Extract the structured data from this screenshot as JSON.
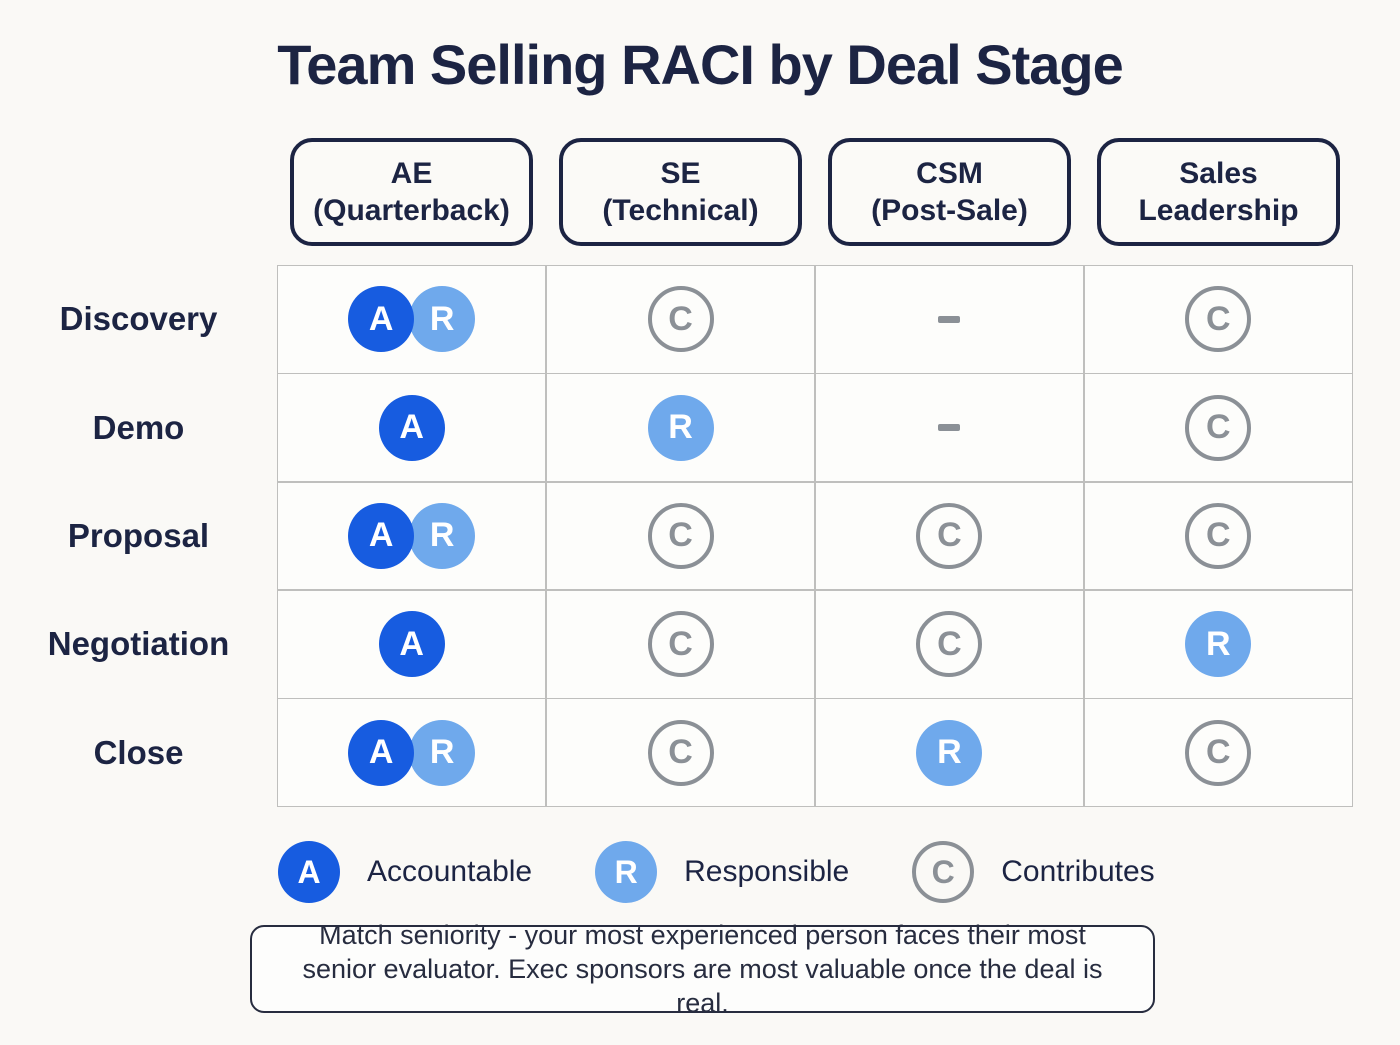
{
  "title": "Team Selling RACI by Deal Stage",
  "colors": {
    "navy": "#1c2443",
    "accountable_blue": "#175ce0",
    "responsible_blue": "#6fa9ec",
    "contributes_gray": "#8b9096",
    "grid_line": "#bfbfbd",
    "page_background": "#faf9f6",
    "cell_background": "#fdfdfb"
  },
  "matrix": {
    "columns": [
      {
        "line1": "AE",
        "line2": "(Quarterback)"
      },
      {
        "line1": "SE",
        "line2": "(Technical)"
      },
      {
        "line1": "CSM",
        "line2": "(Post-Sale)"
      },
      {
        "line1": "Sales",
        "line2": "Leadership"
      }
    ],
    "rows": [
      {
        "label": "Discovery",
        "cells": [
          [
            "A",
            "R"
          ],
          [
            "C"
          ],
          [
            "-"
          ],
          [
            "C"
          ]
        ]
      },
      {
        "label": "Demo",
        "cells": [
          [
            "A"
          ],
          [
            "R"
          ],
          [
            "-"
          ],
          [
            "C"
          ]
        ]
      },
      {
        "label": "Proposal",
        "cells": [
          [
            "A",
            "R"
          ],
          [
            "C"
          ],
          [
            "C"
          ],
          [
            "C"
          ]
        ]
      },
      {
        "label": "Negotiation",
        "cells": [
          [
            "A"
          ],
          [
            "C"
          ],
          [
            "C"
          ],
          [
            "R"
          ]
        ]
      },
      {
        "label": "Close",
        "cells": [
          [
            "A",
            "R"
          ],
          [
            "C"
          ],
          [
            "R"
          ],
          [
            "C"
          ]
        ]
      }
    ]
  },
  "legend": [
    {
      "badge": "A",
      "meaning": "Accountable"
    },
    {
      "badge": "R",
      "meaning": "Responsible"
    },
    {
      "badge": "C",
      "meaning": "Contributes"
    }
  ],
  "note": "Match seniority - your most experienced person faces their most senior evaluator. Exec sponsors are most valuable once the deal is real."
}
